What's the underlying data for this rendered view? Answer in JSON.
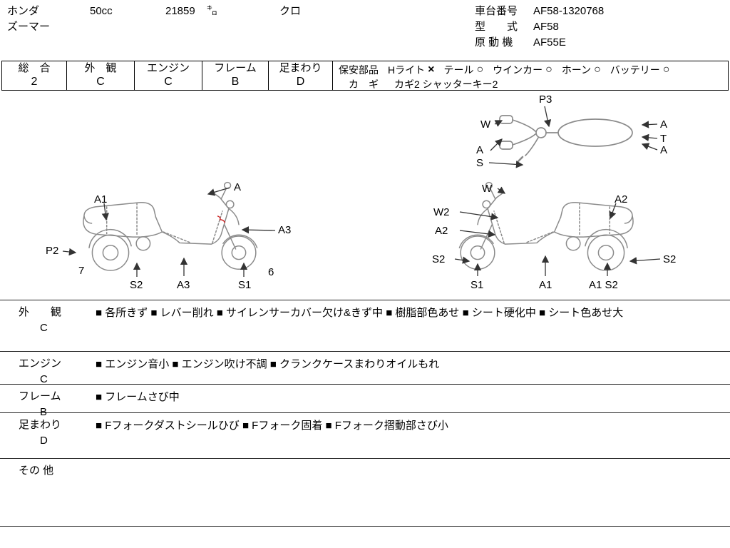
{
  "header": {
    "maker": "ホンダ",
    "displacement": "50cc",
    "mileage": "21859",
    "mileage_unit": "㌔",
    "color": "クロ",
    "model_name": "ズーマー",
    "chassis": {
      "label": "車台番号",
      "value": "AF58-1320768"
    },
    "model_code": {
      "label": "型　　式",
      "value": "AF58"
    },
    "engine_code": {
      "label": "原 動 機",
      "value": "AF55E"
    }
  },
  "grades": {
    "cells": [
      {
        "label": "総　合",
        "value": "2"
      },
      {
        "label": "外　観",
        "value": "C"
      },
      {
        "label": "エンジン",
        "value": "C"
      },
      {
        "label": "フレーム",
        "value": "B"
      },
      {
        "label": "足まわり",
        "value": "D"
      }
    ],
    "safety": {
      "label": "保安部品",
      "items": [
        {
          "name": "Hライト",
          "mark": "×"
        },
        {
          "name": "テール",
          "mark": "○"
        },
        {
          "name": "ウインカー",
          "mark": "○"
        },
        {
          "name": "ホーン",
          "mark": "○"
        },
        {
          "name": "バッテリー",
          "mark": "○"
        }
      ],
      "key": {
        "label": "カ　ギ",
        "value": "カギ2 シャッターキー2"
      }
    }
  },
  "diagram": {
    "top_view": {
      "labels": {
        "p3": "P3",
        "w": "W",
        "a_left": "A",
        "s": "S",
        "a_right_top": "A",
        "t": "T",
        "a_right_bottom": "A"
      }
    },
    "left_view": {
      "labels": {
        "a": "A",
        "a1": "A1",
        "a3_mid": "A3",
        "p2": "P2",
        "n7": "7",
        "s2": "S2",
        "a3_bottom": "A3",
        "s1": "S1",
        "n6": "6"
      }
    },
    "right_view": {
      "labels": {
        "w": "W",
        "w2": "W2",
        "a2_top": "A2",
        "a2_left": "A2",
        "s2_left": "S2",
        "s2_right": "S2",
        "s1": "S1",
        "a1": "A1",
        "a1s2": "A1 S2"
      }
    }
  },
  "notes": [
    {
      "label": "外　　観",
      "grade": "C",
      "text": "■ 各所きず ■ レバー削れ ■ サイレンサーカバー欠け&きず中 ■ 樹脂部色あせ ■ シート硬化中 ■ シート色あせ大"
    },
    {
      "label": "エンジン",
      "grade": "C",
      "text": "■ エンジン音小 ■ エンジン吹け不調 ■ クランクケースまわりオイルもれ"
    },
    {
      "label": "フレーム",
      "grade": "B",
      "text": "■ フレームさび中"
    },
    {
      "label": "足まわり",
      "grade": "D",
      "text": "■ Fフォークダストシールひび ■ Fフォーク固着 ■ Fフォーク摺動部さび小"
    },
    {
      "label": "その 他",
      "grade": "",
      "text": ""
    }
  ]
}
